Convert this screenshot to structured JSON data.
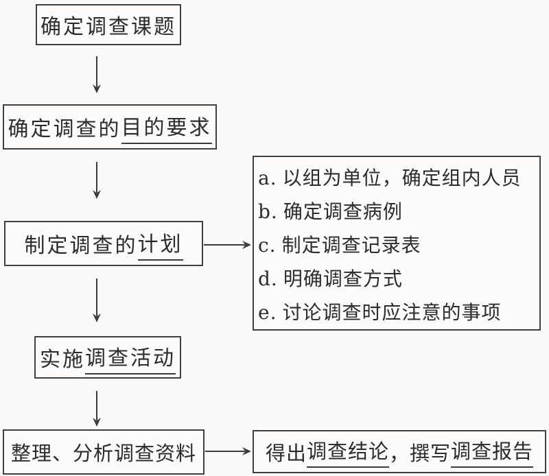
{
  "canvas": {
    "background": "#fbfafa",
    "box_border_color": "#3f3f3f",
    "text_color": "#2b2b2b",
    "arrow_color": "#3a3a3a"
  },
  "nodes": {
    "topic": {
      "segments": [
        {
          "text": "确定调查课题",
          "underline": false
        }
      ]
    },
    "purpose": {
      "segments": [
        {
          "text": "确定调查的",
          "underline": false
        },
        {
          "text": "目的要求",
          "underline": true
        }
      ]
    },
    "plan": {
      "segments": [
        {
          "text": "制定调查的",
          "underline": false
        },
        {
          "text": "计划",
          "underline": true
        }
      ]
    },
    "implement": {
      "segments": [
        {
          "text": "实施",
          "underline": false
        },
        {
          "text": "调查活动",
          "underline": true
        }
      ]
    },
    "organize": {
      "segments": [
        {
          "text": "整理、分析调查资料",
          "underline": false
        }
      ]
    },
    "conclusion": {
      "segments": [
        {
          "text": "得出",
          "underline": false
        },
        {
          "text": "调查结论",
          "underline": true
        },
        {
          "text": "，撰写",
          "underline": false
        },
        {
          "text": "调查报告",
          "underline": true
        }
      ]
    }
  },
  "plan_details": {
    "items": [
      {
        "label": "a.",
        "text": "以组为单位，确定组内人员"
      },
      {
        "label": "b.",
        "text": "确定调查病例"
      },
      {
        "label": "c.",
        "text": "制定调查记录表"
      },
      {
        "label": "d.",
        "text": "明确调查方式"
      },
      {
        "label": "e.",
        "text": "讨论调查时应注意的事项"
      }
    ]
  },
  "edges": [
    {
      "from": "topic",
      "to": "purpose",
      "direction": "down"
    },
    {
      "from": "purpose",
      "to": "plan",
      "direction": "down"
    },
    {
      "from": "plan",
      "to": "plan_details",
      "direction": "right"
    },
    {
      "from": "plan",
      "to": "implement",
      "direction": "down"
    },
    {
      "from": "implement",
      "to": "organize",
      "direction": "down"
    },
    {
      "from": "organize",
      "to": "conclusion",
      "direction": "right"
    }
  ]
}
